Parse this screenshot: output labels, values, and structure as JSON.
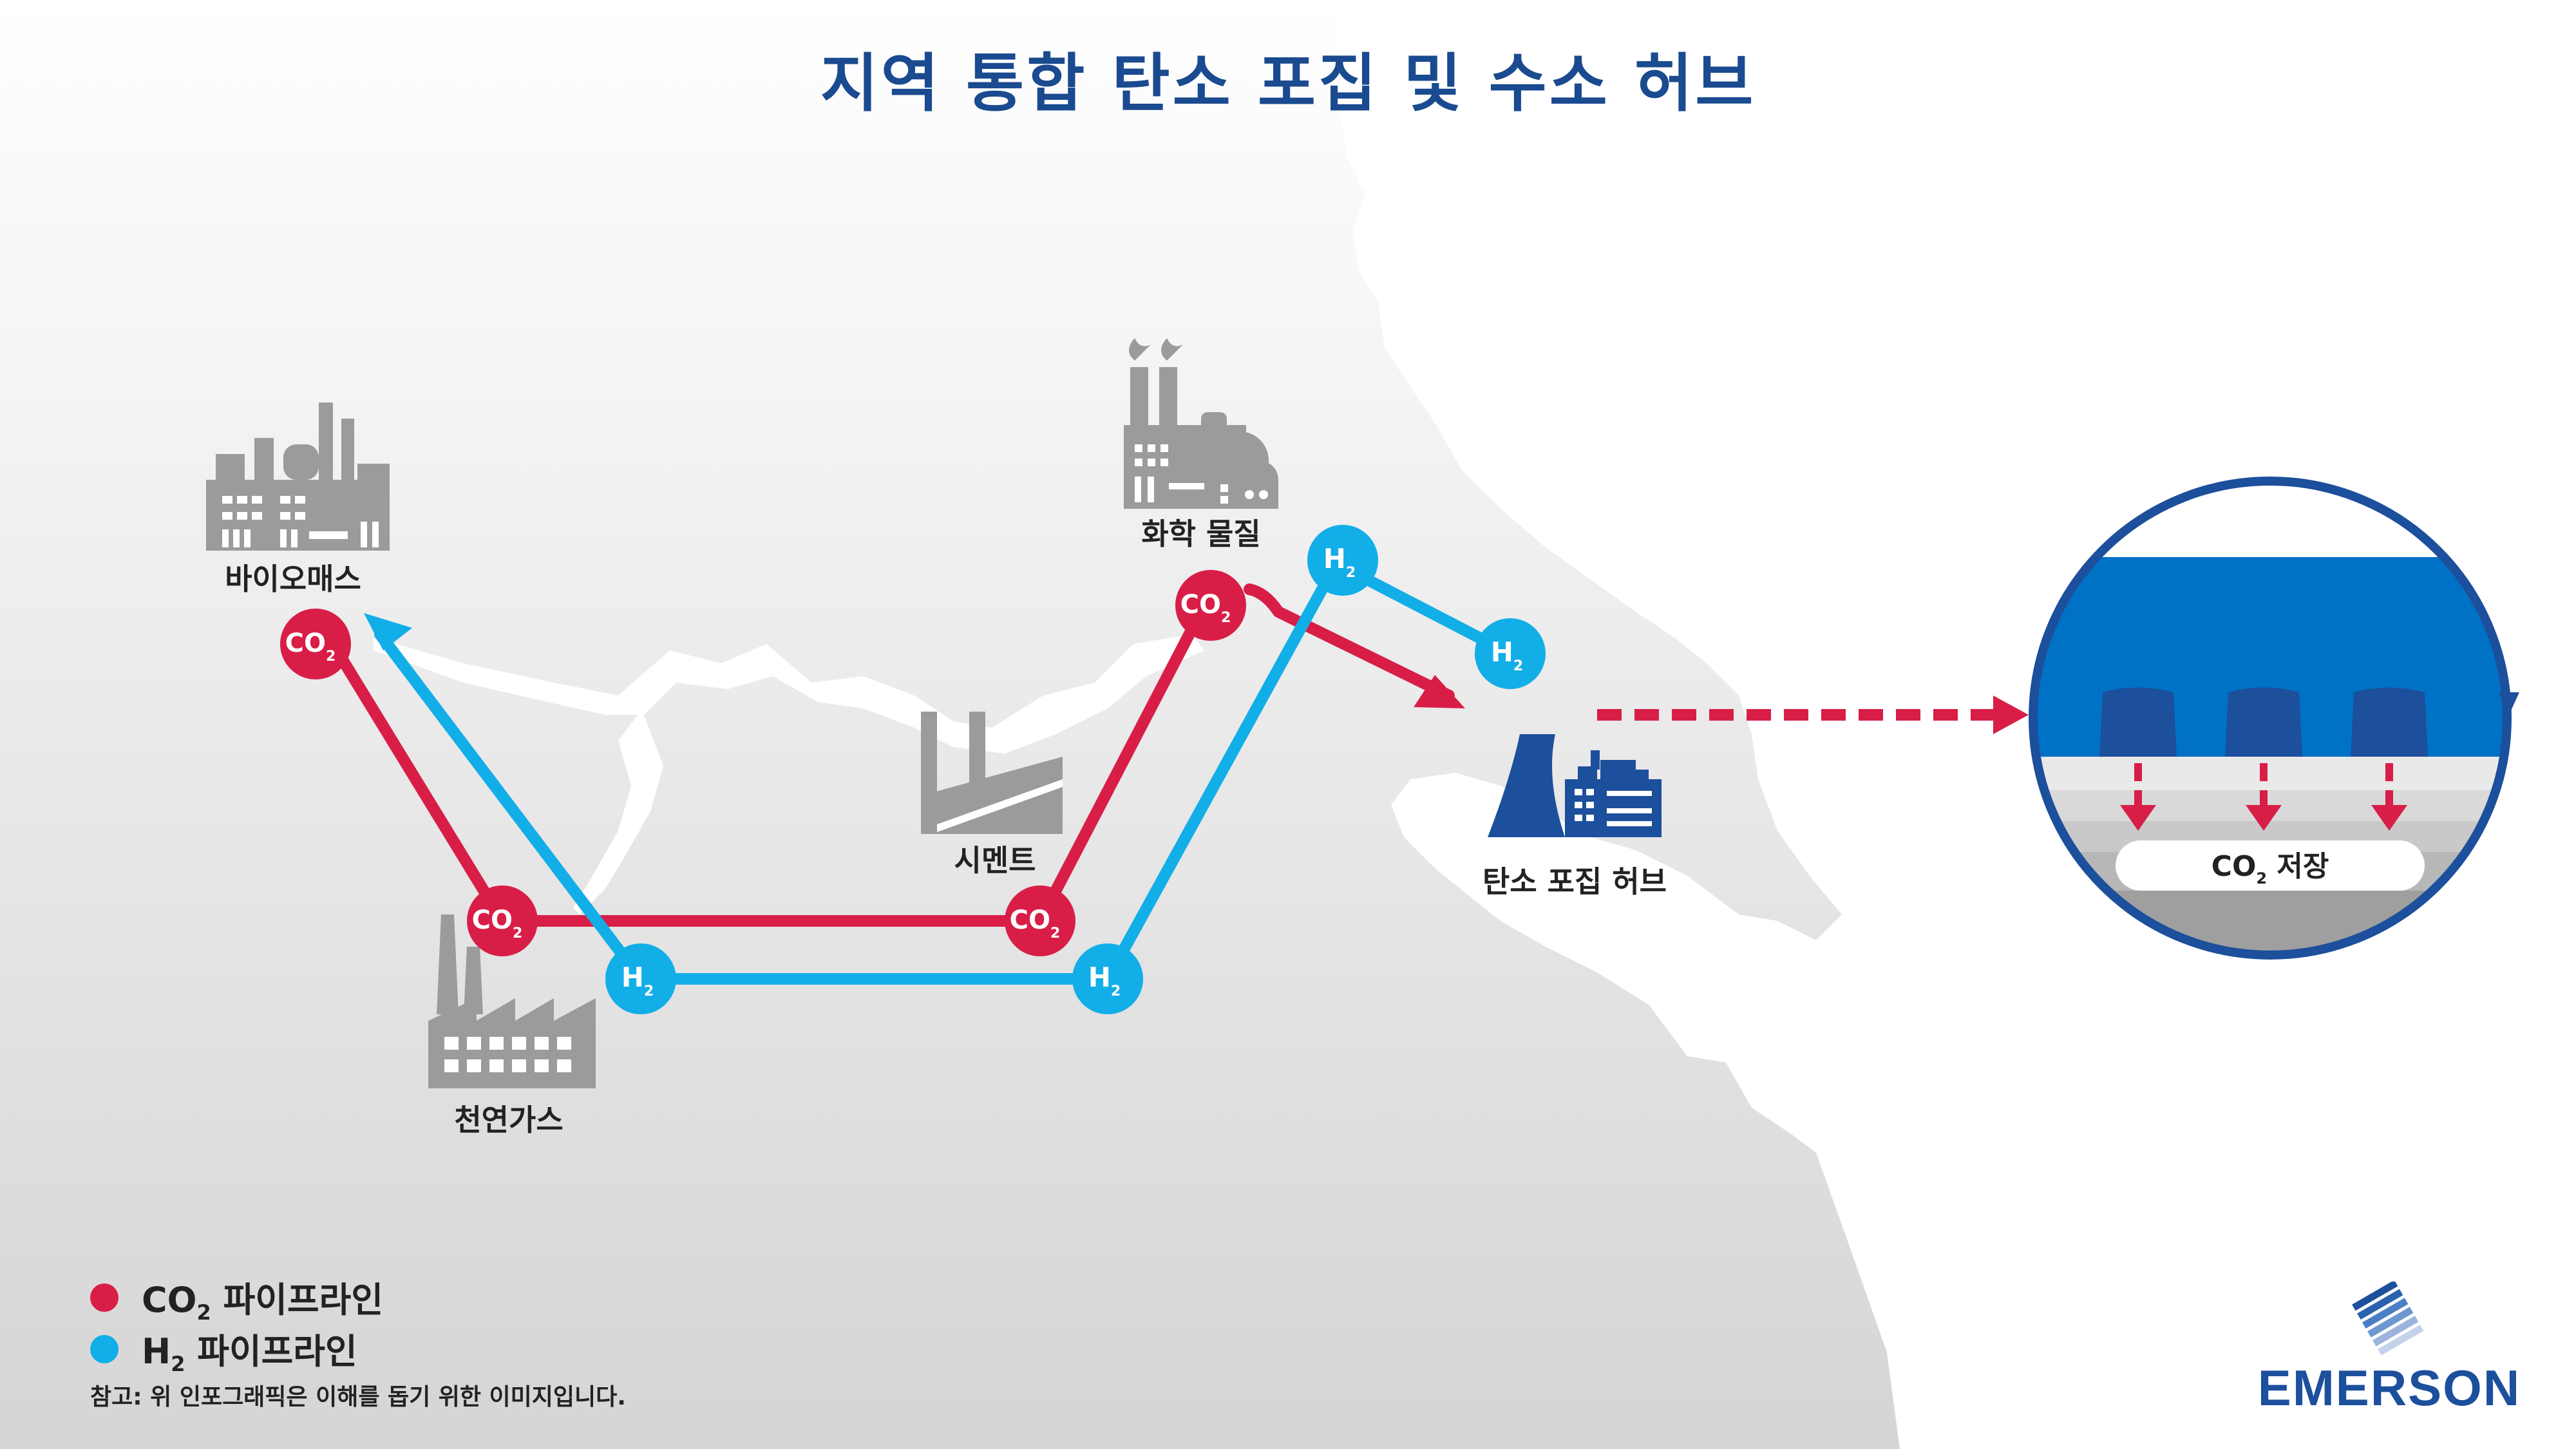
{
  "title": "지역 통합 탄소 포집 및 수소 허브",
  "colors": {
    "co2": "#d81e47",
    "h2": "#12aee8",
    "hub": "#1c4f9c",
    "icon_gray": "#9b9b9b",
    "land": "#e3e3e3"
  },
  "nodes": {
    "co2_label_main": "CO",
    "h2_label_main": "H",
    "sub": "2"
  },
  "sites": {
    "biomass": "바이오매스",
    "natural_gas": "천연가스",
    "cement": "시멘트",
    "chemicals": "화학 물질",
    "hub": "탄소 포집 허브"
  },
  "storage": {
    "label_main": "CO",
    "label_sub": "2",
    "label_suffix": " 저장"
  },
  "legend": {
    "co2_main": "CO",
    "co2_sub": "2",
    "co2_suffix": " 파이프라인",
    "h2_main": "H",
    "h2_sub": "2",
    "h2_suffix": " 파이프라인"
  },
  "note": "참고: 위 인포그래픽은 이해를 돕기 위한 이미지입니다.",
  "brand": "EMERSON"
}
